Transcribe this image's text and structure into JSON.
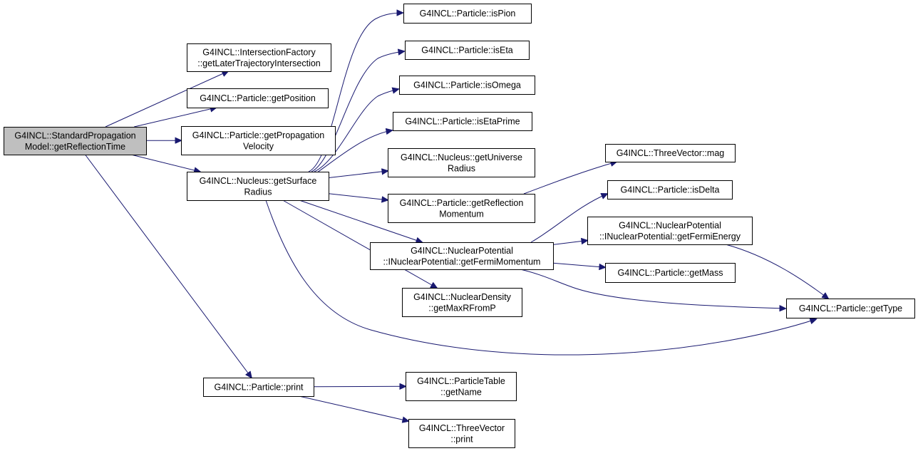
{
  "diagram": {
    "nodes": [
      {
        "id": "root",
        "lines": [
          "G4INCL::StandardPropagation",
          "Model::getReflectionTime"
        ],
        "highlight": true
      },
      {
        "id": "getLaterTrajectoryIntersection",
        "lines": [
          "G4INCL::IntersectionFactory",
          "::getLaterTrajectoryIntersection"
        ]
      },
      {
        "id": "getPosition",
        "lines": [
          "G4INCL::Particle::getPosition"
        ]
      },
      {
        "id": "getPropagationVelocity",
        "lines": [
          "G4INCL::Particle::getPropagation",
          "Velocity"
        ]
      },
      {
        "id": "getSurfaceRadius",
        "lines": [
          "G4INCL::Nucleus::getSurface",
          "Radius"
        ]
      },
      {
        "id": "print",
        "lines": [
          "G4INCL::Particle::print"
        ]
      },
      {
        "id": "isPion",
        "lines": [
          "G4INCL::Particle::isPion"
        ]
      },
      {
        "id": "isEta",
        "lines": [
          "G4INCL::Particle::isEta"
        ]
      },
      {
        "id": "isOmega",
        "lines": [
          "G4INCL::Particle::isOmega"
        ]
      },
      {
        "id": "isEtaPrime",
        "lines": [
          "G4INCL::Particle::isEtaPrime"
        ]
      },
      {
        "id": "getUniverseRadius",
        "lines": [
          "G4INCL::Nucleus::getUniverse",
          "Radius"
        ]
      },
      {
        "id": "getReflectionMomentum",
        "lines": [
          "G4INCL::Particle::getReflection",
          "Momentum"
        ]
      },
      {
        "id": "getFermiMomentum",
        "lines": [
          "G4INCL::NuclearPotential",
          "::INuclearPotential::getFermiMomentum"
        ]
      },
      {
        "id": "getMaxRFromP",
        "lines": [
          "G4INCL::NuclearDensity",
          "::getMaxRFromP"
        ]
      },
      {
        "id": "getName",
        "lines": [
          "G4INCL::ParticleTable",
          "::getName"
        ]
      },
      {
        "id": "threeVectorPrint",
        "lines": [
          "G4INCL::ThreeVector",
          "::print"
        ]
      },
      {
        "id": "mag",
        "lines": [
          "G4INCL::ThreeVector::mag"
        ]
      },
      {
        "id": "isDelta",
        "lines": [
          "G4INCL::Particle::isDelta"
        ]
      },
      {
        "id": "getFermiEnergy",
        "lines": [
          "G4INCL::NuclearPotential",
          "::INuclearPotential::getFermiEnergy"
        ]
      },
      {
        "id": "getMass",
        "lines": [
          "G4INCL::Particle::getMass"
        ]
      },
      {
        "id": "getType",
        "lines": [
          "G4INCL::Particle::getType"
        ]
      }
    ],
    "edges": [
      {
        "from": "root",
        "to": "getLaterTrajectoryIntersection"
      },
      {
        "from": "root",
        "to": "getPosition"
      },
      {
        "from": "root",
        "to": "getPropagationVelocity"
      },
      {
        "from": "root",
        "to": "getSurfaceRadius"
      },
      {
        "from": "root",
        "to": "print"
      },
      {
        "from": "getSurfaceRadius",
        "to": "isPion"
      },
      {
        "from": "getSurfaceRadius",
        "to": "isEta"
      },
      {
        "from": "getSurfaceRadius",
        "to": "isOmega"
      },
      {
        "from": "getSurfaceRadius",
        "to": "isEtaPrime"
      },
      {
        "from": "getSurfaceRadius",
        "to": "getUniverseRadius"
      },
      {
        "from": "getSurfaceRadius",
        "to": "getReflectionMomentum"
      },
      {
        "from": "getSurfaceRadius",
        "to": "getFermiMomentum"
      },
      {
        "from": "getSurfaceRadius",
        "to": "getMaxRFromP"
      },
      {
        "from": "getSurfaceRadius",
        "to": "getType"
      },
      {
        "from": "getReflectionMomentum",
        "to": "mag"
      },
      {
        "from": "getFermiMomentum",
        "to": "isDelta"
      },
      {
        "from": "getFermiMomentum",
        "to": "getFermiEnergy"
      },
      {
        "from": "getFermiMomentum",
        "to": "getMass"
      },
      {
        "from": "getFermiMomentum",
        "to": "getType"
      },
      {
        "from": "getFermiEnergy",
        "to": "getType"
      },
      {
        "from": "print",
        "to": "getName"
      },
      {
        "from": "print",
        "to": "threeVectorPrint"
      }
    ]
  }
}
